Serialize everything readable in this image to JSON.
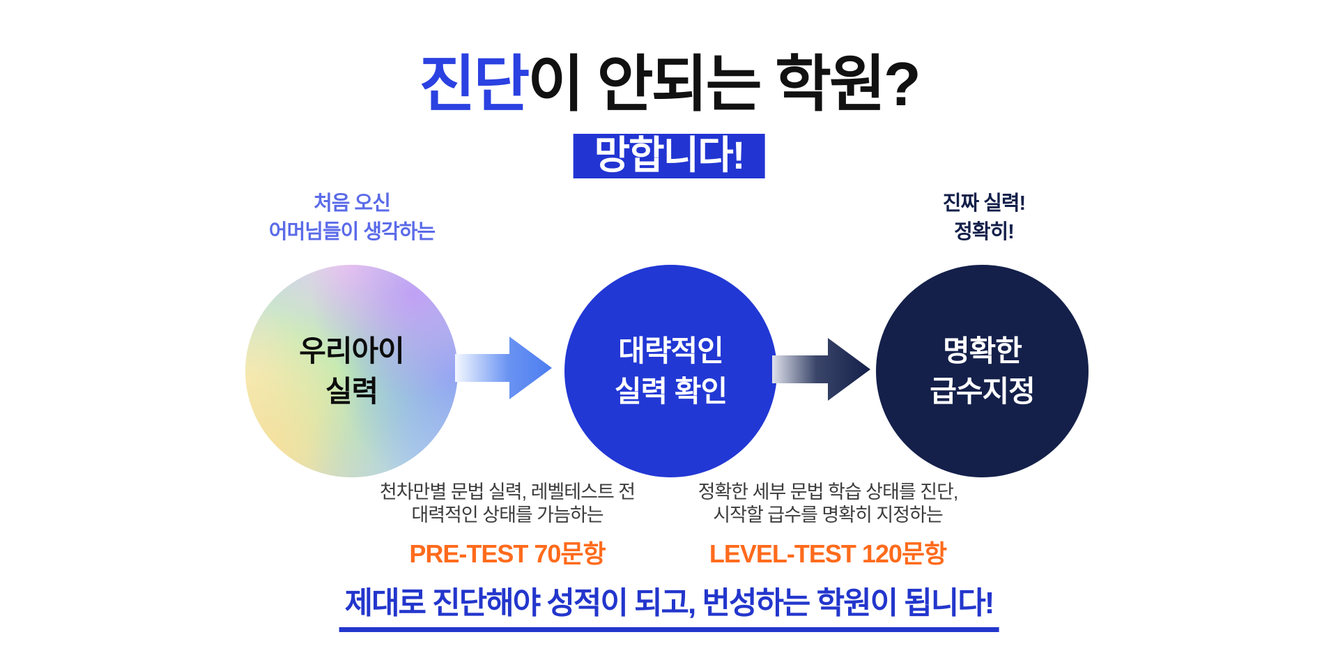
{
  "title": {
    "highlight": "진단",
    "rest": "이 안되는 학원?"
  },
  "banner": {
    "text": "망합니다!"
  },
  "flow": {
    "left_caption": {
      "lines": [
        "처음 오신",
        "어머님들이 생각하는"
      ]
    },
    "right_caption": {
      "lines": [
        "진짜 실력!",
        "정확히!"
      ]
    },
    "circles": [
      {
        "name": "parent-guess",
        "lines": [
          "우리아이",
          "실력"
        ]
      },
      {
        "name": "rough-check",
        "lines": [
          "대략적인",
          "실력 확인"
        ]
      },
      {
        "name": "clear-level",
        "lines": [
          "명확한",
          "급수지정"
        ]
      }
    ],
    "arrows": [
      {
        "name": "flow-arrow-1",
        "direction": "right"
      },
      {
        "name": "flow-arrow-2",
        "direction": "right"
      }
    ]
  },
  "tests": [
    {
      "desc_lines": [
        "천차만별 문법 실력, 레벨테스트 전",
        "대력적인 상태를 가늠하는"
      ],
      "highlight": "PRE-TEST 70문항"
    },
    {
      "desc_lines": [
        "정확한 세부 문법 학습 상태를 진단,",
        "시작할 급수를 명확히 지정하는"
      ],
      "highlight": "LEVEL-TEST 120문항"
    }
  ],
  "footer": {
    "text": "제대로 진단해야 성적이 되고, 번성하는 학원이 됩니다!"
  },
  "colors": {
    "title_highlight": "#2B41E1",
    "title_text": "#111111",
    "banner_bg": "#2235D2",
    "banner_text": "#FFFFFF",
    "caption_left": "#5B6BE8",
    "caption_right": "#14204A",
    "circle_mid_bg": "#2238D4",
    "circle_right_bg": "#14204A",
    "arrow_blue": "#4C7DF0",
    "arrow_navy": "#14204A",
    "test_desc": "#3D3D3D",
    "test_highlight": "#FF6B1C",
    "footer_text": "#2336CC",
    "background": "#FFFFFF"
  }
}
